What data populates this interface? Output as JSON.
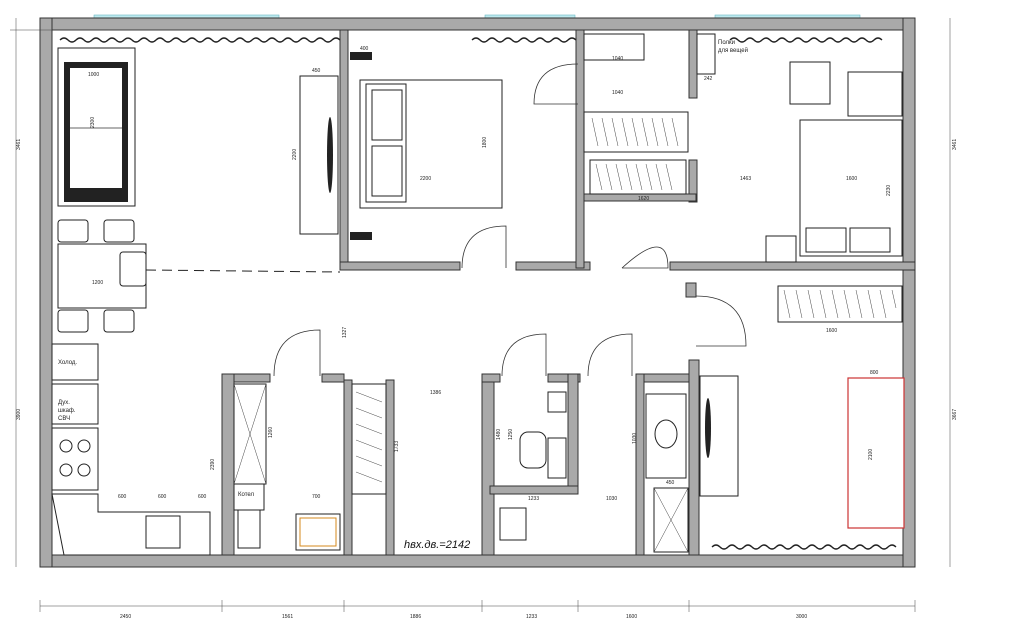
{
  "labels": {
    "fridge": "Холод.",
    "oven_line1": "Дух.",
    "oven_line2": "шкаф.",
    "oven_line3": "СВЧ",
    "washer": "Котел",
    "stroller_line1": "Полки",
    "stroller_line2": "для вещей",
    "door_height_note": "hвх.дв.=2142"
  },
  "dims": {
    "bottom_1": "2450",
    "bottom_2": "1561",
    "bottom_3": "1886",
    "bottom_4": "1233",
    "bottom_5": "1600",
    "bottom_6": "3000",
    "left_1": "3461",
    "left_2": "3900",
    "right_1": "3461",
    "right_2": "3667",
    "sofa_length": "2300",
    "sofa_width": "1000",
    "table": "1200",
    "bed1_width": "2200",
    "bed1_length": "1800",
    "wardrobe1": "2200",
    "wardrobe_depth": "450",
    "nightstand_top": "400",
    "nightstand_bottom": "450",
    "closet_1": "1040",
    "closet_2": "1040",
    "closet_3": "1620",
    "bed2_offset": "1463",
    "bed2_width": "1600",
    "bed2_length": "2230",
    "stroller": "242",
    "wardrobe_right": "1600",
    "sofa_red_width": "800",
    "sofa_red_length": "2100",
    "corridor": "1386",
    "corridor_wardrobe": "1733",
    "hall": "1327",
    "shower1": "1260",
    "bath1": "2390",
    "wc_width": "1233",
    "wc_1": "1480",
    "wc_2": "1250",
    "bath2_width": "1030",
    "bath2_height": "1030",
    "bath2_shower": "450",
    "kitchen_1": "600",
    "kitchen_2": "600",
    "kitchen_3": "600",
    "bath_tub": "700"
  }
}
